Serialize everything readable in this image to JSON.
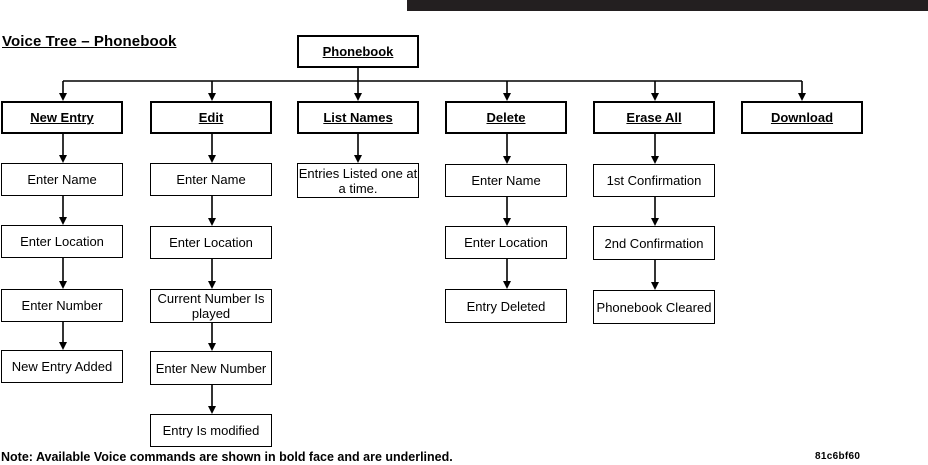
{
  "title": "Voice Tree – Phonebook",
  "root": "Phonebook",
  "columns": [
    {
      "command": "New Entry",
      "steps": [
        "Enter Name",
        "Enter Location",
        "Enter Number",
        "New Entry Added"
      ]
    },
    {
      "command": "Edit",
      "steps": [
        "Enter Name",
        "Enter Location",
        "Current Number Is played",
        "Enter New Number",
        "Entry Is modified"
      ]
    },
    {
      "command": "List Names",
      "steps": [
        "Entries Listed one at a time."
      ]
    },
    {
      "command": "Delete",
      "steps": [
        "Enter Name",
        "Enter Location",
        "Entry Deleted"
      ]
    },
    {
      "command": "Erase All",
      "steps": [
        "1st Confirmation",
        "2nd Confirmation",
        "Phonebook Cleared"
      ]
    },
    {
      "command": "Download",
      "steps": []
    }
  ],
  "note": "Note: Available Voice commands are shown in bold face and are underlined.",
  "figure_code": "81c6bf60"
}
